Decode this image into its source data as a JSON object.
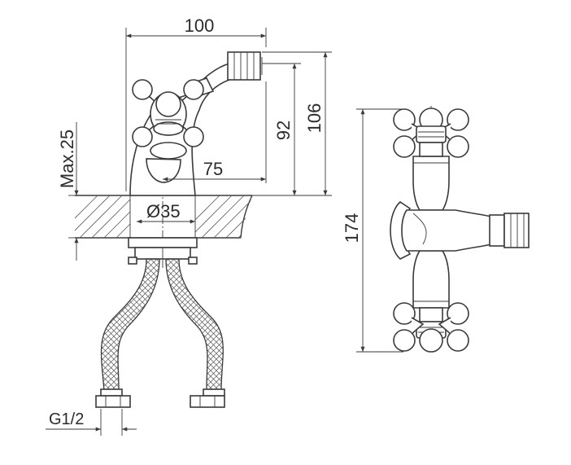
{
  "dimensions": {
    "width_top": "100",
    "height_inner": "92",
    "height_outer": "106",
    "spout_reach": "75",
    "max_thickness": "Max.25",
    "hole_diameter": "Ø35",
    "inlet_thread": "G1/2",
    "front_height": "174"
  }
}
